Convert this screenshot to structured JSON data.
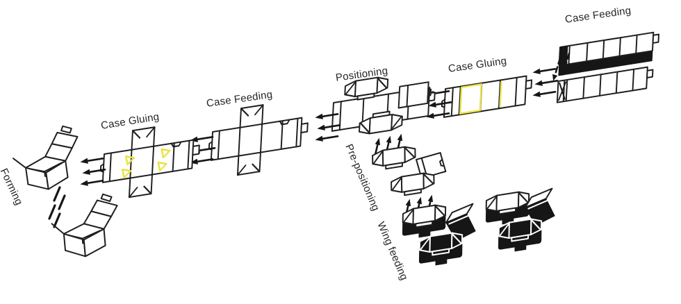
{
  "diagram": {
    "background_color": "#ffffff",
    "line_color": "#1f1f1f",
    "solid_fill_color": "#161616",
    "glue_highlight_color": "#e9e34a",
    "stations": [
      {
        "id": "case-feeding-right",
        "label": "Case Feeding"
      },
      {
        "id": "case-gluing-right",
        "label": "Case Gluing"
      },
      {
        "id": "positioning",
        "label": "Positioning"
      },
      {
        "id": "case-feeding-mid",
        "label": "Case Feeding"
      },
      {
        "id": "case-gluing-left",
        "label": "Case Gluing"
      },
      {
        "id": "forming",
        "label": "Forming"
      },
      {
        "id": "pre-positioning",
        "label": "Pre-positioning"
      },
      {
        "id": "wing-feeding",
        "label": "Wing feeding"
      }
    ],
    "icons": {
      "flow_arrow": "left-arrow-icon",
      "feed_arrow": "up-arrow-icon",
      "drop_arrow": "down-dashed-arrow-icon",
      "transfer_slash": "motion-dash-icon"
    }
  }
}
